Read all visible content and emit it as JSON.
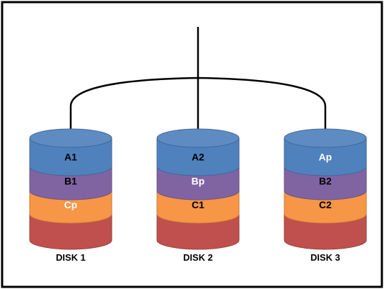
{
  "colors": {
    "frame": "#000000",
    "background": "#ffffff",
    "wire": "#000000"
  },
  "disks": [
    {
      "label": "DISK 1",
      "segments": [
        {
          "label": "A1",
          "fill": "#4f81bd",
          "text_color": "#000000"
        },
        {
          "label": "B1",
          "fill": "#8064a2",
          "text_color": "#000000"
        },
        {
          "label": "Cp",
          "fill": "#f79646",
          "text_color": "#ffffff"
        },
        {
          "label": "",
          "fill": "#c0504d",
          "text_color": "#000000"
        }
      ]
    },
    {
      "label": "DISK 2",
      "segments": [
        {
          "label": "A2",
          "fill": "#4f81bd",
          "text_color": "#000000"
        },
        {
          "label": "Bp",
          "fill": "#8064a2",
          "text_color": "#ffffff"
        },
        {
          "label": "C1",
          "fill": "#f79646",
          "text_color": "#000000"
        },
        {
          "label": "",
          "fill": "#c0504d",
          "text_color": "#000000"
        }
      ]
    },
    {
      "label": "DISK 3",
      "segments": [
        {
          "label": "Ap",
          "fill": "#4f81bd",
          "text_color": "#ffffff"
        },
        {
          "label": "B2",
          "fill": "#8064a2",
          "text_color": "#000000"
        },
        {
          "label": "C2",
          "fill": "#f79646",
          "text_color": "#000000"
        },
        {
          "label": "",
          "fill": "#c0504d",
          "text_color": "#000000"
        }
      ]
    }
  ]
}
